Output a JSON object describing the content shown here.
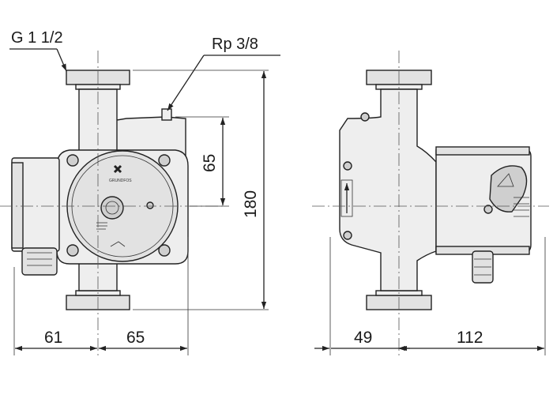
{
  "labels": {
    "inlet_thread": "G 1 1/2",
    "port_thread": "Rp 3/8"
  },
  "dimensions": {
    "port_height": "65",
    "overall_height": "180",
    "left_depth": "61",
    "left_width": "65",
    "right_depth": "49",
    "right_width": "112"
  },
  "badges": {
    "brand": "GRUNDFOS"
  }
}
